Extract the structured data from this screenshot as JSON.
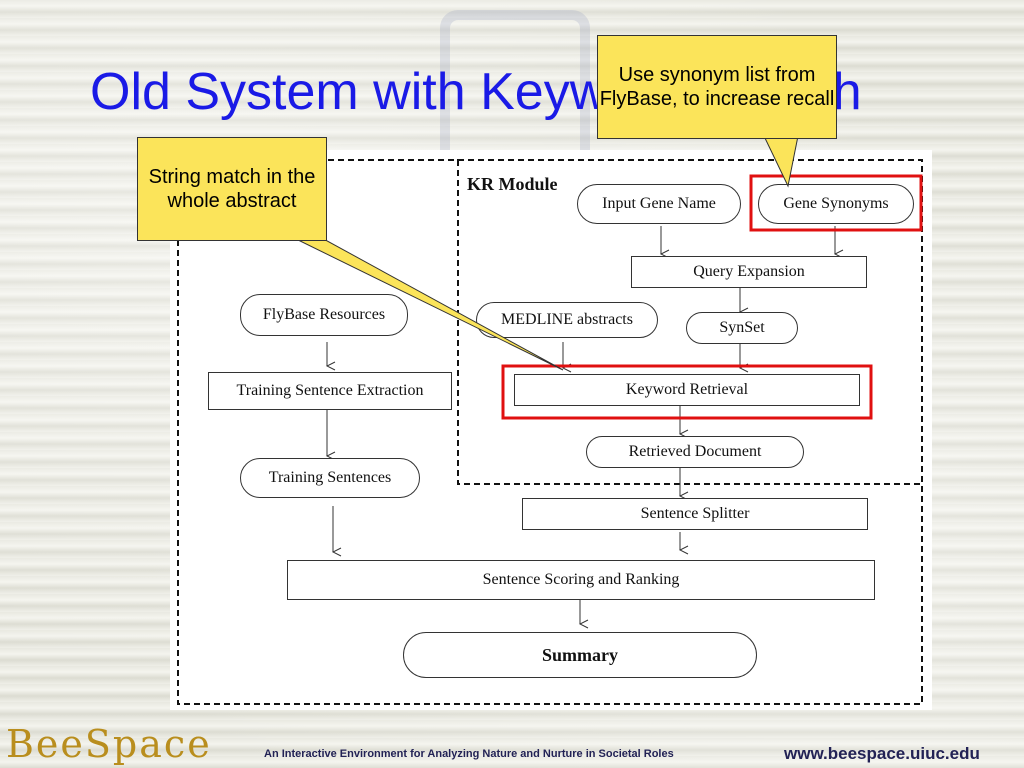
{
  "slide": {
    "title": "Old System with Keyword Search"
  },
  "diagram": {
    "kr_module_label": "KR Module",
    "nodes": {
      "input_gene_name": "Input Gene Name",
      "gene_synonyms": "Gene Synonyms",
      "query_expansion": "Query Expansion",
      "flybase_resources": "FlyBase Resources",
      "medline_abstracts": "MEDLINE abstracts",
      "synset": "SynSet",
      "training_sentence_extraction": "Training Sentence Extraction",
      "keyword_retrieval": "Keyword Retrieval",
      "retrieved_document": "Retrieved Document",
      "training_sentences": "Training Sentences",
      "sentence_splitter": "Sentence Splitter",
      "sentence_scoring": "Sentence Scoring and Ranking",
      "summary": "Summary"
    },
    "highlight_color": "#e01010"
  },
  "callouts": {
    "string_match": "String match in the whole abstract",
    "synonym_list": "Use synonym list from FlyBase, to increase recall",
    "fill_color": "#fbe45a"
  },
  "footer": {
    "logo": "BeeSpace",
    "tagline": "An Interactive Environment for Analyzing Nature and Nurture in Societal Roles",
    "url": "www.beespace.uiuc.edu"
  }
}
